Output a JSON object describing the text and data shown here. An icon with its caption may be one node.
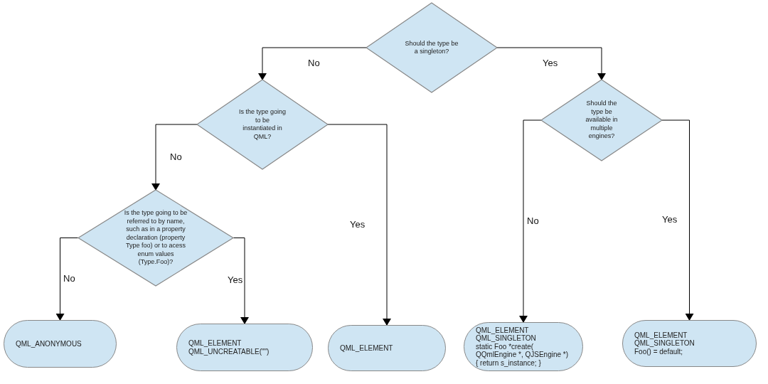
{
  "diagram": {
    "nodes": [
      {
        "text": [
          "Should the type be a singleton?"
        ]
      },
      {
        "text": [
          "Is the type going to be instantiated in QML?"
        ]
      },
      {
        "text": [
          "Should the type be available in multiple engines?"
        ]
      },
      {
        "text": [
          "Is the type going to be referred to by name, such as in a property declaration (property Type foo) or to acess enum values (Type.Foo)?"
        ]
      },
      {
        "text": [
          "QML_ANONYMOUS"
        ]
      },
      {
        "text": [
          "QML_ELEMENT",
          "QML_UNCREATABLE(\"\")"
        ]
      },
      {
        "text": [
          "QML_ELEMENT"
        ]
      },
      {
        "text": [
          "QML_ELEMENT",
          "QML_SINGLETON",
          "static Foo *create( QQmlEngine *, QJSEngine *)",
          "{ return s_instance; }"
        ]
      },
      {
        "text": [
          "QML_ELEMENT",
          "QML_SINGLETON",
          "Foo() = default;"
        ]
      }
    ],
    "edges": [
      {
        "from": 0,
        "to": 1,
        "arrow": "to",
        "label": "No"
      },
      {
        "from": 0,
        "to": 2,
        "arrow": "to",
        "label": "Yes"
      },
      {
        "from": 1,
        "to": 3,
        "arrow": "to",
        "label": "No"
      },
      {
        "from": 1,
        "to": 6,
        "arrow": "to",
        "label": "Yes"
      },
      {
        "from": 2,
        "to": 7,
        "arrow": "to",
        "label": "No"
      },
      {
        "from": 2,
        "to": 8,
        "arrow": "to",
        "label": "Yes"
      },
      {
        "from": 3,
        "to": 4,
        "arrow": "to",
        "label": "No"
      },
      {
        "from": 3,
        "to": 5,
        "arrow": "to",
        "label": "Yes"
      }
    ]
  }
}
